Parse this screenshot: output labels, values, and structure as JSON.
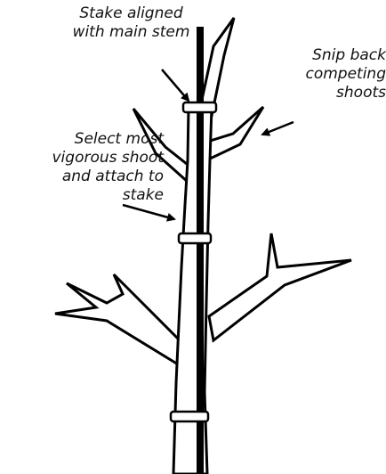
{
  "annotations": {
    "stake": "Stake aligned\nwith main stem",
    "snip": "Snip back\ncompeting\nshoots",
    "select": "Select most\nvigorous shoot\nand attach to\nstake"
  },
  "colors": {
    "stroke": "#000000",
    "fill": "#ffffff",
    "stake": "#000000"
  }
}
